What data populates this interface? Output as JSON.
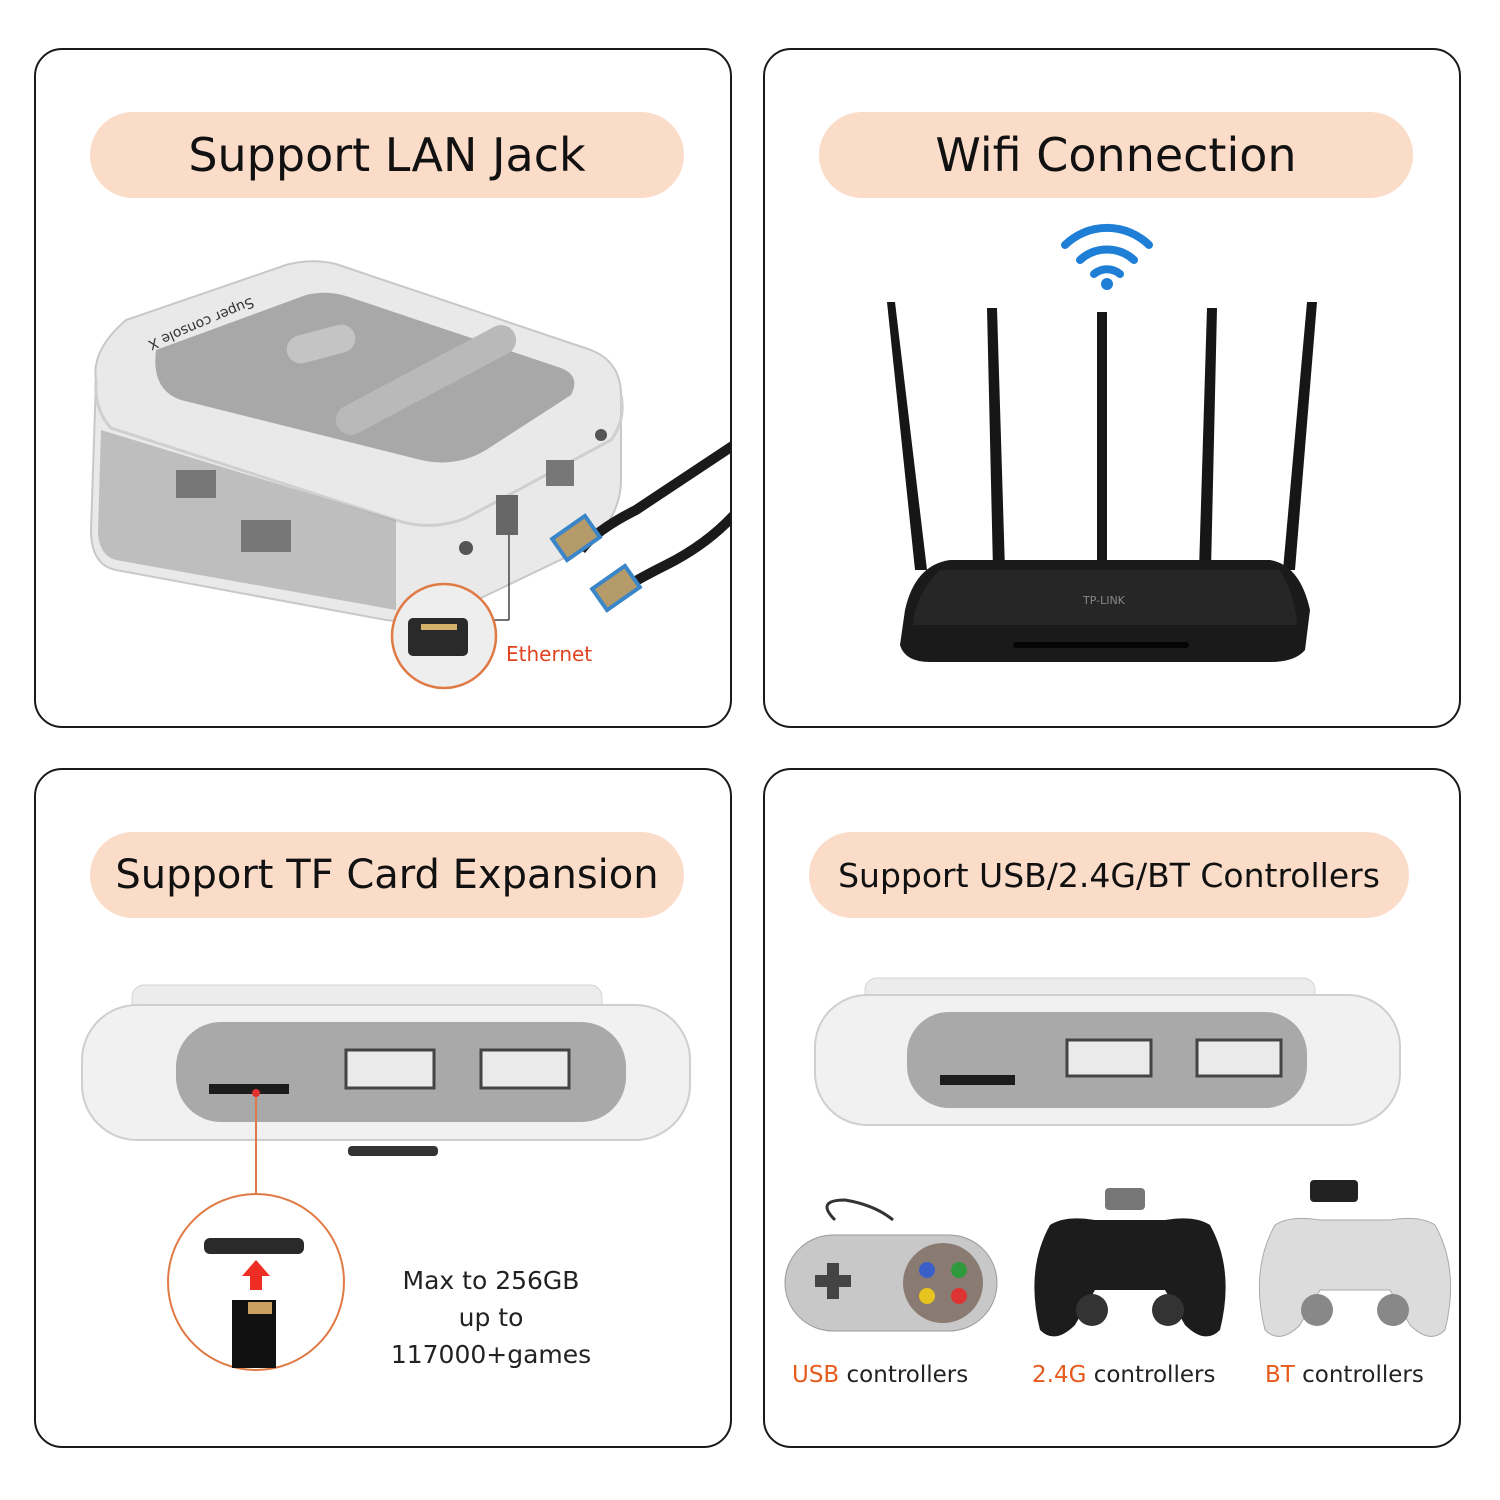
{
  "panels": [
    {
      "title": "Support LAN Jack",
      "device_label": "Super console X",
      "ethernet_label": "Ethernet"
    },
    {
      "title": "Wifi Connection",
      "router_brand": "TP-LINK"
    },
    {
      "title": "Support TF Card Expansion",
      "capacity": "Max to 256GB",
      "games": "up to 117000+games"
    },
    {
      "title": "Support USB/2.4G/BT Controllers",
      "controllers": [
        {
          "prefix": "USB",
          "suffix": " controllers"
        },
        {
          "prefix": "2.4G",
          "suffix": " controllers"
        },
        {
          "prefix": "BT",
          "suffix": " controllers"
        }
      ]
    }
  ],
  "colors": {
    "pill": "#fbdcc9",
    "accent": "#e65a1c",
    "border": "#1a1a1a",
    "wifi": "#1f7fd6"
  },
  "icons": [
    "console-icon",
    "ethernet-cable-icon",
    "wifi-icon",
    "router-icon",
    "tf-card-icon",
    "arrow-up-icon",
    "snes-controller-icon",
    "ps-controller-icon",
    "usb-dongle-icon"
  ]
}
